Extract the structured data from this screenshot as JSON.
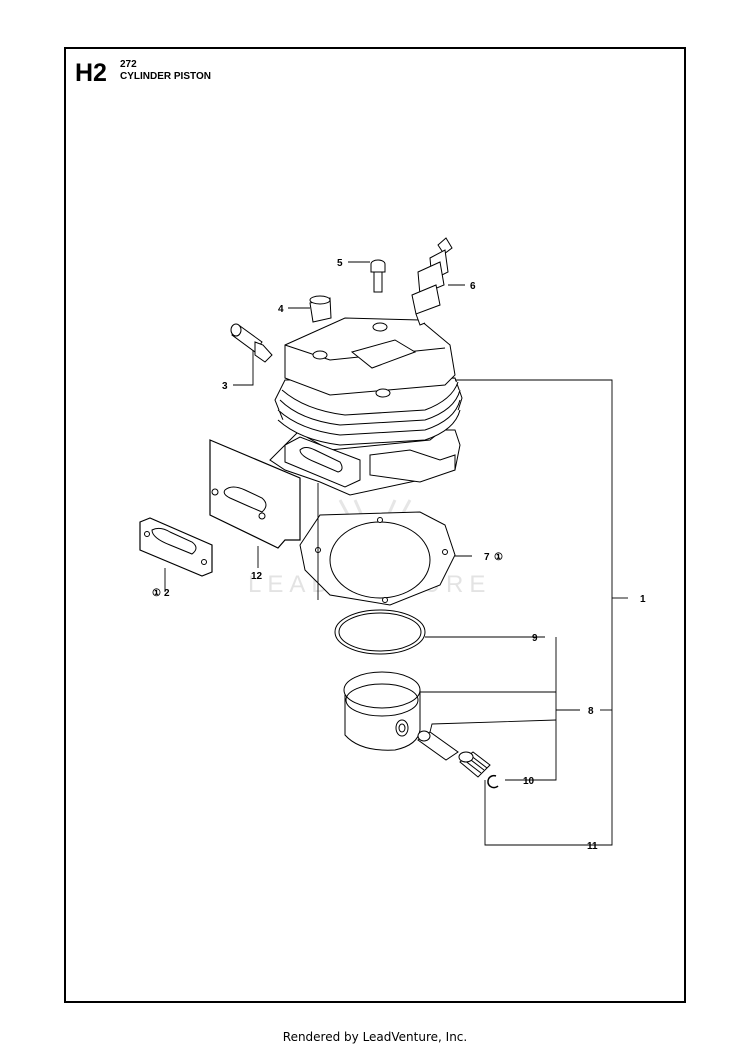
{
  "header": {
    "section_code": "H2",
    "model": "272",
    "title": "CYLINDER PISTON"
  },
  "watermark": "LEADVENTURE",
  "callouts": [
    {
      "id": "c1",
      "label": "1"
    },
    {
      "id": "c2",
      "label": "2",
      "note_symbol": "①"
    },
    {
      "id": "c3",
      "label": "3"
    },
    {
      "id": "c4",
      "label": "4"
    },
    {
      "id": "c5",
      "label": "5"
    },
    {
      "id": "c6",
      "label": "6"
    },
    {
      "id": "c7",
      "label": "7",
      "note_symbol": "①"
    },
    {
      "id": "c8",
      "label": "8"
    },
    {
      "id": "c9",
      "label": "9"
    },
    {
      "id": "c10",
      "label": "10"
    },
    {
      "id": "c11",
      "label": "11"
    },
    {
      "id": "c12",
      "label": "12"
    }
  ],
  "footer": "Rendered by LeadVenture, Inc."
}
